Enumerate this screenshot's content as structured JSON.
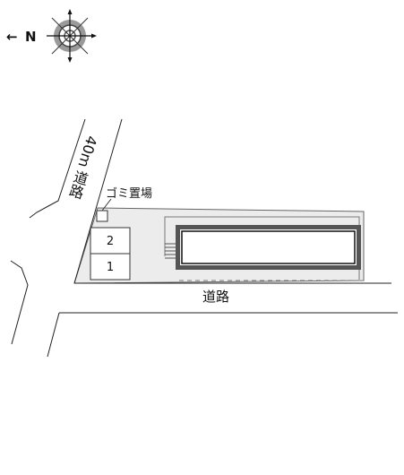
{
  "compass": {
    "north_label": "N",
    "arrow_glyph": "←",
    "icon": "compass-rose-icon"
  },
  "roads": {
    "main_road_label": "道路",
    "side_road_width": "40m",
    "side_road_label": "道路"
  },
  "facilities": {
    "garbage_label": "ゴミ置場"
  },
  "parking": {
    "spaces": [
      "2",
      "1"
    ]
  },
  "colors": {
    "lot_fill": "#ececec",
    "building_border": "#555555",
    "line": "#222222"
  }
}
